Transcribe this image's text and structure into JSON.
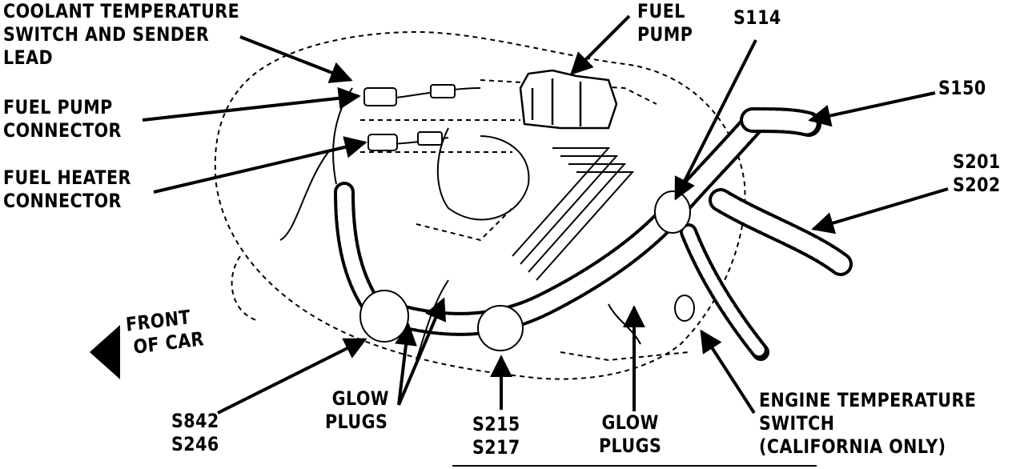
{
  "diagram": {
    "labels": {
      "coolant": [
        "COOLANT TEMPERATURE",
        "SWITCH AND SENDER",
        "LEAD"
      ],
      "fuel_pump_connector": [
        "FUEL PUMP",
        "CONNECTOR"
      ],
      "fuel_heater_connector": [
        "FUEL HEATER",
        "CONNECTOR"
      ],
      "fuel_pump": [
        "FUEL",
        "PUMP"
      ],
      "s114": "S114",
      "s150": "S150",
      "s201_s202": [
        "S201",
        "S202"
      ],
      "front_of_car": [
        "FRONT",
        "OF CAR"
      ],
      "s842_s246": [
        "S842",
        "S246"
      ],
      "glow_plugs_left": [
        "GLOW",
        "PLUGS"
      ],
      "s215_s217": [
        "S215",
        "S217"
      ],
      "glow_plugs_right": [
        "GLOW",
        "PLUGS"
      ],
      "engine_temp_switch": [
        "ENGINE TEMPERATURE",
        "SWITCH",
        "(CALIFORNIA ONLY)"
      ]
    }
  }
}
